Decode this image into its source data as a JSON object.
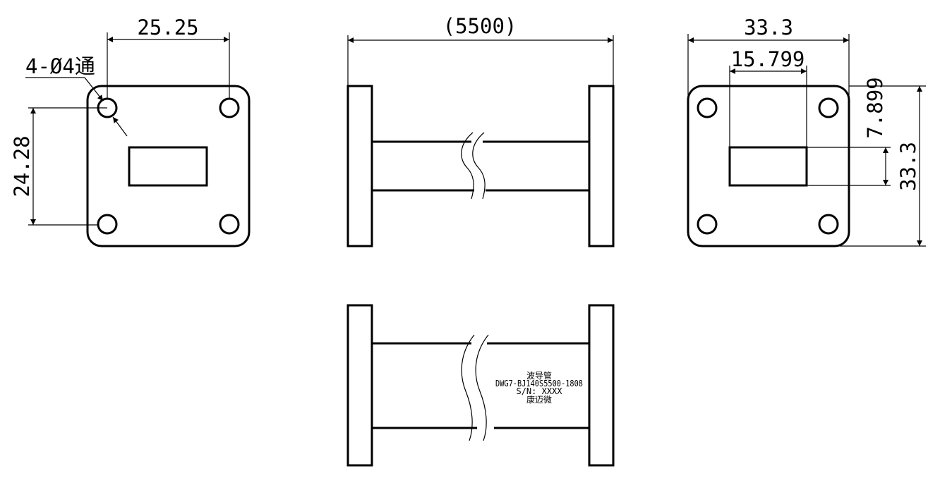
{
  "dimensions": {
    "left_width": "25.25",
    "left_height": "24.28",
    "hole_note": "4-Ø4通",
    "total_length": "(5500)",
    "right_width": "33.3",
    "right_aperture_width": "15.799",
    "right_aperture_height": "7.899",
    "right_height": "33.3"
  },
  "label": {
    "line1": "波导管",
    "line2": "DWG7-BJ140S5500-1808",
    "line3": "S/N: XXXX",
    "line4": "康迈微"
  }
}
